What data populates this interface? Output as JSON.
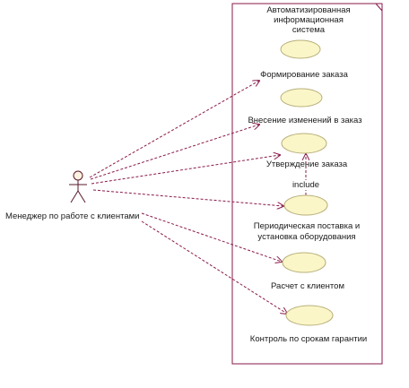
{
  "system": {
    "title_lines": [
      "Автоматизированная",
      "информационная",
      "система"
    ]
  },
  "actor": {
    "label": "Менеджер по работе с клиентами"
  },
  "use_cases": [
    {
      "id": "uc1",
      "label": "Формирование заказа"
    },
    {
      "id": "uc2",
      "label": "Внесение изменений в заказ"
    },
    {
      "id": "uc3",
      "label": "Утверждение заказа"
    },
    {
      "id": "uc4",
      "label_lines": [
        "Периодическая поставка и",
        "установка оборудования"
      ]
    },
    {
      "id": "uc5",
      "label": "Расчет с клиентом"
    },
    {
      "id": "uc6",
      "label": "Контроль по срокам гарантии"
    }
  ],
  "include_relation": {
    "label": "include"
  },
  "colors": {
    "line": "#8a1a4a",
    "ellipse_fill": "#fbf6c8",
    "ellipse_stroke": "#b8b07a",
    "boundary": "#8a1a4a",
    "actor_stroke": "#5a1a2a"
  }
}
